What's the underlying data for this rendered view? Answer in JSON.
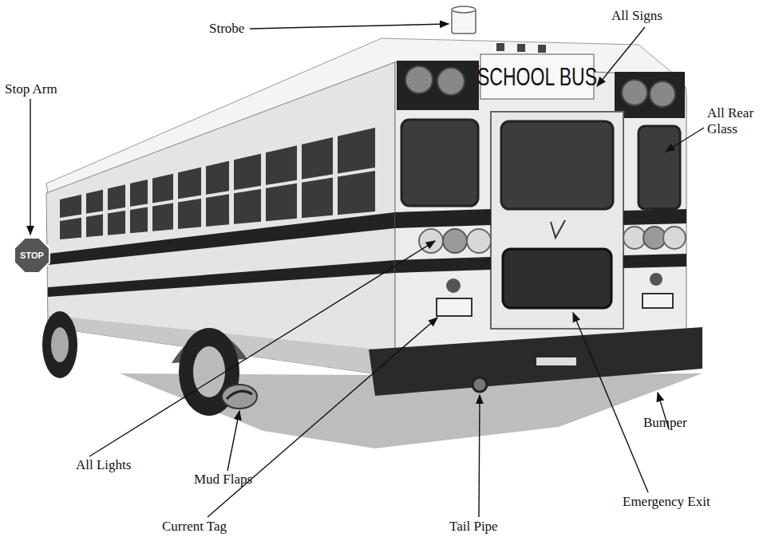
{
  "diagram": {
    "labels": [
      "Strobe",
      "All Signs",
      "Stop Arm",
      "All Rear Glass",
      "SCHOOL BUS",
      "STOP",
      "All Lights",
      "Mud Flaps",
      "Current Tag",
      "Tail Pipe",
      "Emergency Exit",
      "Bumper"
    ]
  }
}
